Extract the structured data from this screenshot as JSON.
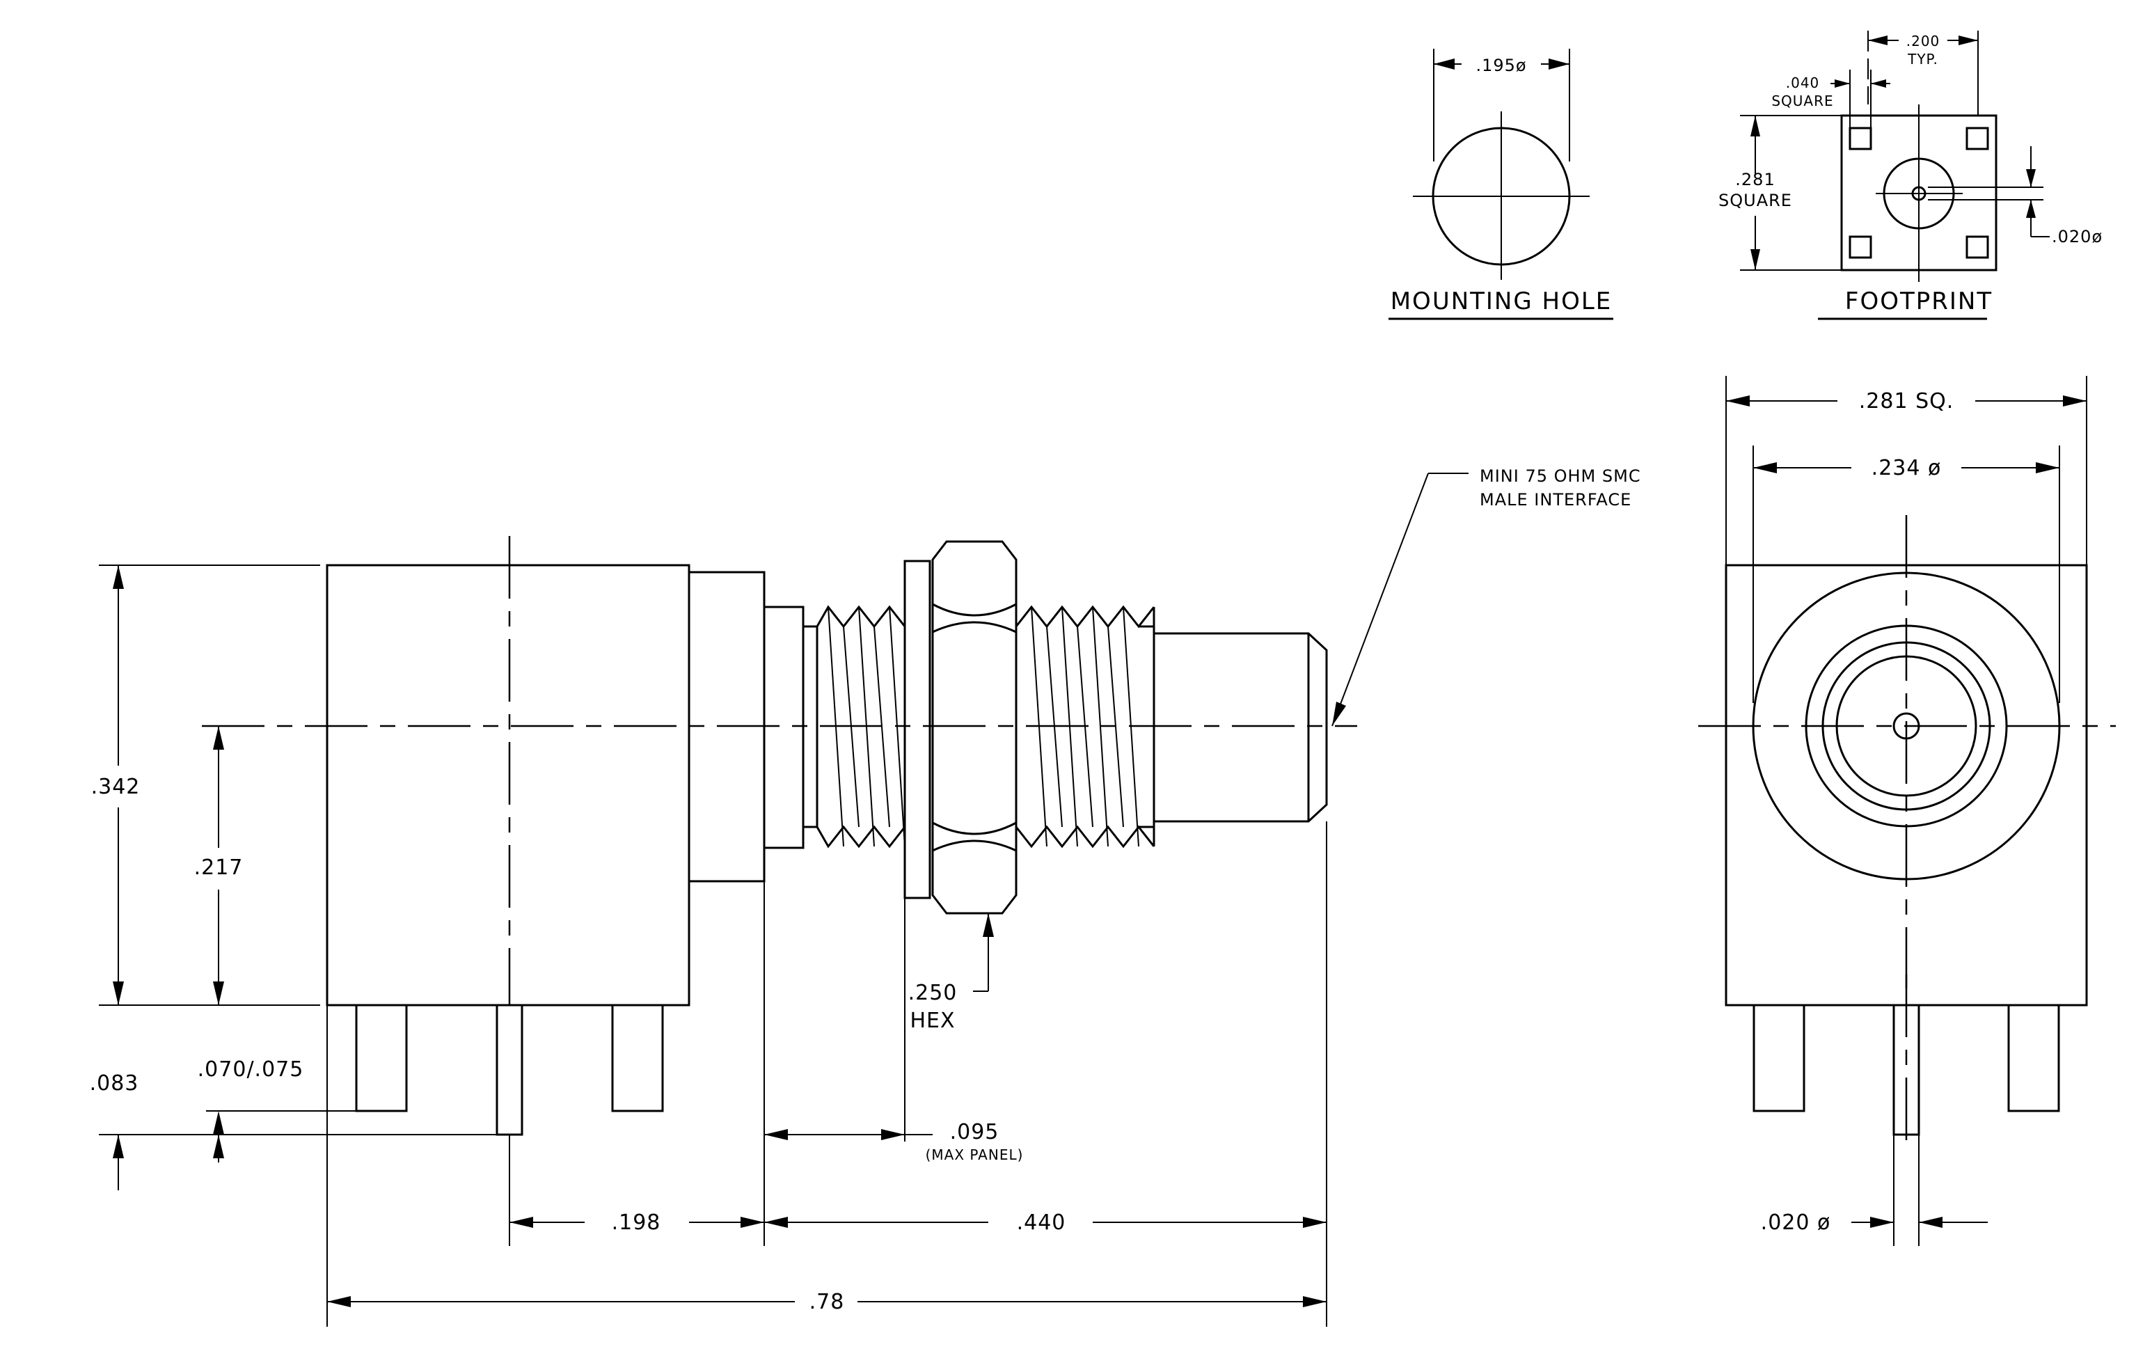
{
  "dimensions": {
    "mounting_hole_dia": ".195ø",
    "footprint_pitch": ".200",
    "footprint_pitch_note": "TYP.",
    "pad_size": ".040",
    "pad_size_note": "SQUARE",
    "footprint_square": ".281",
    "footprint_square_note": "SQUARE",
    "center_pin_dia": ".020ø",
    "body_square": ".281 SQ.",
    "interface_dia": ".234 ø",
    "body_height": ".342",
    "centerline_height": ".217",
    "pin_length": ".083",
    "pin_size": ".070/.075",
    "hex_size": ".250",
    "hex_label": "HEX",
    "max_panel": ".095",
    "max_panel_note": "(MAX PANEL)",
    "pin_to_flange": ".198",
    "flange_to_tip": ".440",
    "overall_length": ".78",
    "side_pin_dia": ".020 ø"
  },
  "labels": {
    "mounting_hole_title": "MOUNTING HOLE",
    "footprint_title": "FOOTPRINT",
    "interface_callout_line1": "MINI 75 OHM SMC",
    "interface_callout_line2": "MALE INTERFACE"
  }
}
